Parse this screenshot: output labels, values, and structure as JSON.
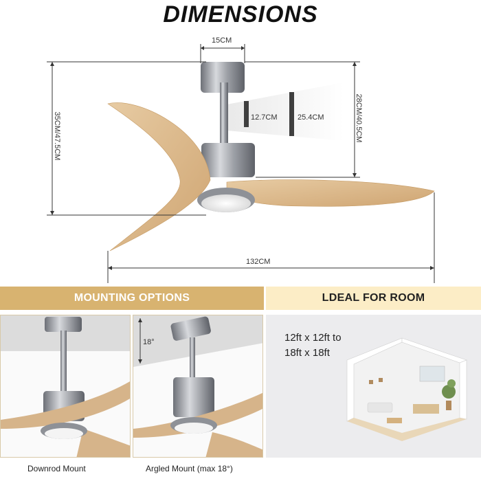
{
  "header": {
    "title": "DIMENSIONS"
  },
  "dimensions": {
    "canopy_width": "15CM",
    "total_height": "35CM/47.5CM",
    "rod_height": "28CM/40.5CM",
    "rod_short": "12.7CM",
    "rod_long": "25.4CM",
    "blade_span": "132CM"
  },
  "sections": {
    "mounting_title": "MOUNTING OPTIONS",
    "room_title": "LDEAL FOR ROOM"
  },
  "mounting": {
    "angle": "18°",
    "downrod_caption": "Downrod Mount",
    "angled_caption": "Argled Mount  (max 18°)"
  },
  "room": {
    "size_line1": "12ft x 12ft to",
    "size_line2": "18ft x 18ft"
  },
  "colors": {
    "band_gold": "#d8b370",
    "band_cream": "#fcedc6",
    "wood": "#d9b789",
    "metal": "#9a9da3"
  }
}
